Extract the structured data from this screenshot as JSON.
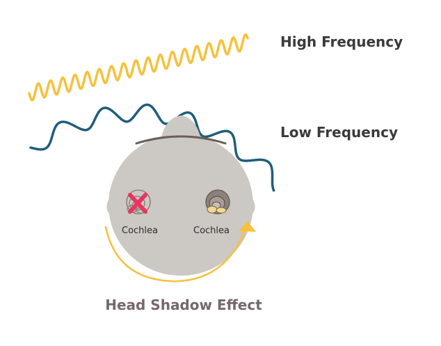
{
  "labels": {
    "high_frequency": "High Frequency",
    "low_frequency": "Low Frequency",
    "left_cochlea": "Cochlea",
    "right_cochlea": "Cochlea",
    "caption": "Head Shadow Effect"
  },
  "colors": {
    "high_wave": "#f6c13b",
    "low_wave": "#1f5d7c",
    "head": "#ccc8c3",
    "hair": "#6a5d58",
    "ear_outline": "#8d817b",
    "block_mark": "#e8355f",
    "arrow": "#f6c13b",
    "caption": "#76686a",
    "label": "#3a3a3a"
  },
  "icons": {
    "left_cochlea": "cochlea-icon",
    "right_cochlea": "cochlea-icon",
    "block_mark": "x-mark-icon",
    "arrow": "curved-arrow-icon"
  }
}
